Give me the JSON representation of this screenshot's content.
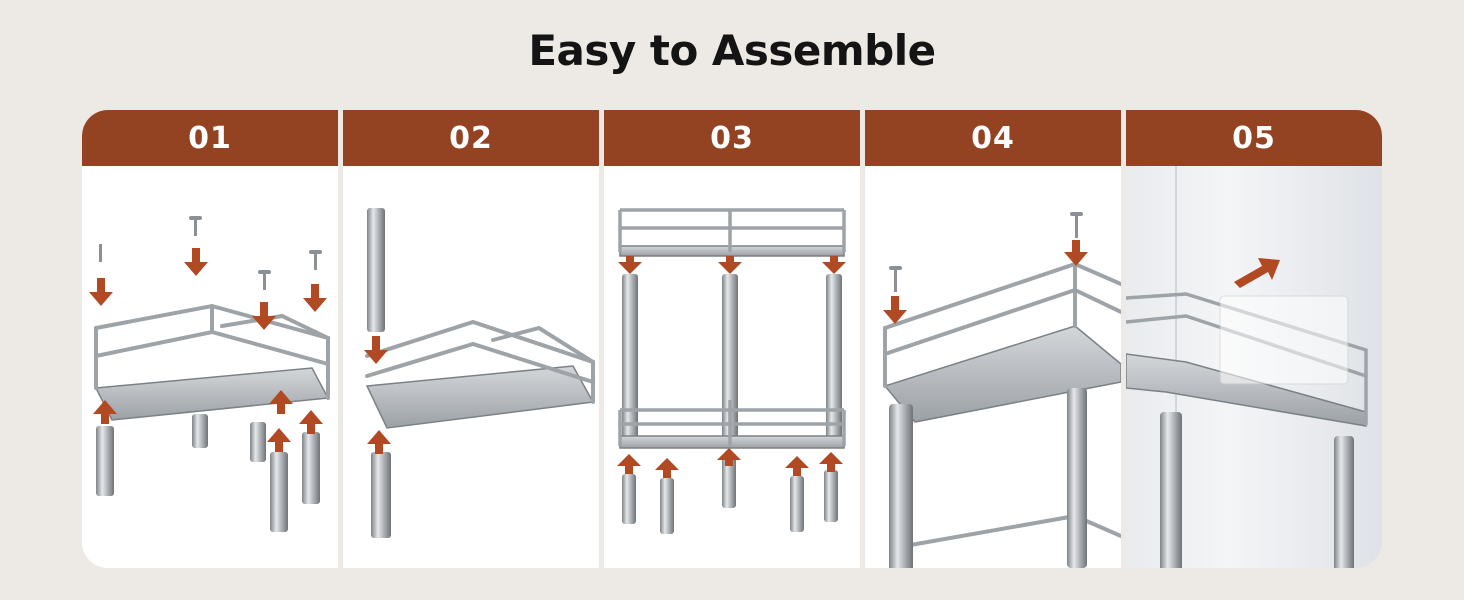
{
  "title": "Easy to Assemble",
  "steps": [
    {
      "number": "01"
    },
    {
      "number": "02"
    },
    {
      "number": "03"
    },
    {
      "number": "04"
    },
    {
      "number": "05"
    }
  ],
  "colors": {
    "background": "#ede9e4",
    "header": "#934222",
    "arrow": "#b14a22",
    "metal": "#a9adb2"
  },
  "icons": [
    "screw-icon",
    "arrow-down-icon",
    "arrow-up-icon",
    "arrow-diagonal-icon",
    "shelf-illustration"
  ]
}
